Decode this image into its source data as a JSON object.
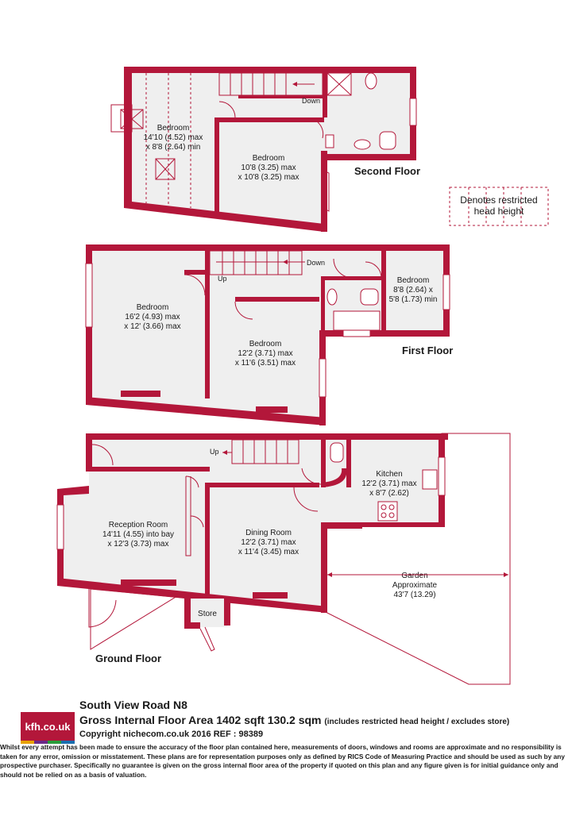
{
  "floors": {
    "second": {
      "label": "Second Floor",
      "rooms": [
        {
          "name": "Bedroom",
          "dims": [
            "14'10 (4.52) max",
            "x 8'8 (2.64) min"
          ]
        },
        {
          "name": "Bedroom",
          "dims": [
            "10'8 (3.25) max",
            "x 10'8 (3.25) max"
          ]
        }
      ],
      "stairs": "Down"
    },
    "first": {
      "label": "First Floor",
      "rooms": [
        {
          "name": "Bedroom",
          "dims": [
            "16'2 (4.93) max",
            "x 12' (3.66) max"
          ]
        },
        {
          "name": "Bedroom",
          "dims": [
            "12'2 (3.71) max",
            "x 11'6 (3.51) max"
          ]
        },
        {
          "name": "Bedroom",
          "dims": [
            "8'8 (2.64) x",
            "5'8 (1.73) min"
          ]
        }
      ],
      "stairs_up": "Up",
      "stairs_down": "Down"
    },
    "ground": {
      "label": "Ground Floor",
      "rooms": [
        {
          "name": "Reception Room",
          "dims": [
            "14'11 (4.55) into bay",
            "x 12'3 (3.73) max"
          ]
        },
        {
          "name": "Dining Room",
          "dims": [
            "12'2 (3.71) max",
            "x 11'4 (3.45) max"
          ]
        },
        {
          "name": "Kitchen",
          "dims": [
            "12'2 (3.71) max",
            "x 8'7 (2.62)"
          ]
        },
        {
          "name": "Store",
          "dims": []
        },
        {
          "name": "Garden",
          "dims": [
            "Approximate",
            "43'7 (13.29)"
          ]
        }
      ],
      "stairs_up": "Up"
    }
  },
  "legend": {
    "line1": "Denotes restricted",
    "line2": "head height"
  },
  "footer": {
    "logo": "kfh.co.uk",
    "address": "South View Road  N8",
    "area_main": "Gross Internal Floor Area 1402 sqft 130.2 sqm",
    "area_note": "(includes restricted head height / excludes store)",
    "copyright": "Copyright nichecom.co.uk 2016 REF : 98389",
    "disclaimer": "Whilst every attempt has been made to ensure the accuracy of the floor plan contained here, measurements of doors, windows and rooms are approximate and no responsibility is taken for any error, omission or misstatement.  These plans are for representation purposes only as defined by RICS Code of Measuring Practice and should be used as such by any prospective purchaser.  Specifically no guarantee is given on the gross internal floor area of the property if quoted on this plan and any figure given is for initial guidance only and should not be relied on as a basis of valuation."
  },
  "colors": {
    "wall": "#b3173a",
    "floor": "#efefef",
    "logo_bars": [
      "#e8a200",
      "#6a2a8a",
      "#2a9d3a",
      "#1a6fb0"
    ]
  }
}
